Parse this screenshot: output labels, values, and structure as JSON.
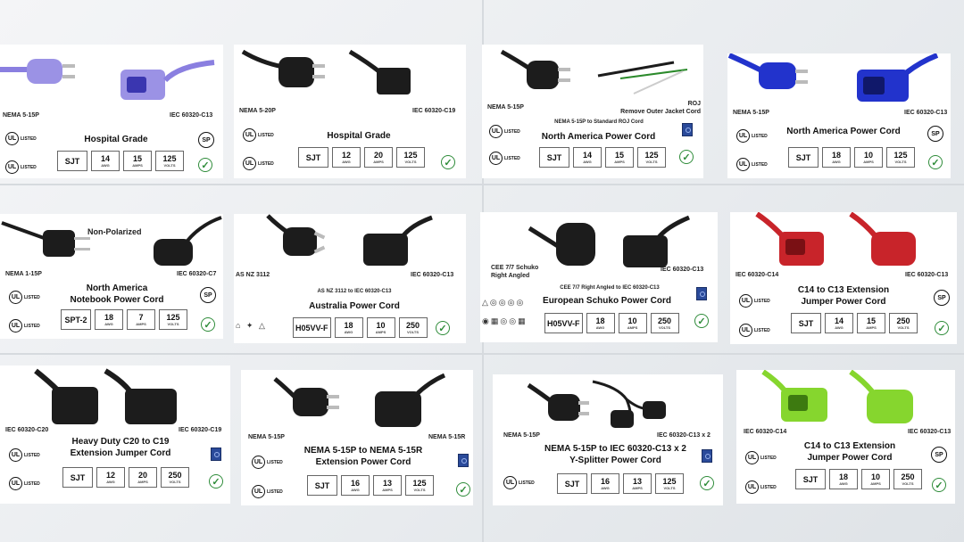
{
  "colors": {
    "black": "#1c1c1c",
    "purple": "#8a7fe0",
    "blue": "#2233cc",
    "red": "#c8242a",
    "green": "#86d62e"
  },
  "cards": [
    {
      "left_label": "NEMA 5-15P",
      "right_label": "IEC 60320-C13",
      "title": "Hospital Grade",
      "specs": [
        {
          "v": "SJT"
        },
        {
          "v": "14",
          "u": "AWG"
        },
        {
          "v": "15",
          "u": "AMPS"
        },
        {
          "v": "125",
          "u": "VOLTS"
        }
      ],
      "ul": "UL",
      "listed": "LISTED",
      "csa": "SP"
    },
    {
      "left_label": "NEMA 5-20P",
      "right_label": "IEC 60320-C19",
      "title": "Hospital Grade",
      "specs": [
        {
          "v": "SJT"
        },
        {
          "v": "12",
          "u": "AWG"
        },
        {
          "v": "20",
          "u": "AMPS"
        },
        {
          "v": "125",
          "u": "VOLTS"
        }
      ],
      "ul": "UL",
      "listed": "LISTED"
    },
    {
      "left_label": "NEMA 5-15P",
      "right_label": "ROJ\nRemove Outer Jacket Cord",
      "subtitle": "NEMA 5-15P to Standard ROJ Cord",
      "title": "North America Power Cord",
      "specs": [
        {
          "v": "SJT"
        },
        {
          "v": "14",
          "u": "AWG"
        },
        {
          "v": "15",
          "u": "AMPS"
        },
        {
          "v": "125",
          "u": "VOLTS"
        }
      ],
      "ul": "UL",
      "listed": "LISTED"
    },
    {
      "left_label": "NEMA 5-15P",
      "right_label": "IEC 60320-C13",
      "title": "North America Power Cord",
      "specs": [
        {
          "v": "SJT"
        },
        {
          "v": "18",
          "u": "AWG"
        },
        {
          "v": "10",
          "u": "AMPS"
        },
        {
          "v": "125",
          "u": "VOLTS"
        }
      ],
      "ul": "UL",
      "listed": "LISTED",
      "csa": "SP"
    },
    {
      "top_label": "Non-Polarized",
      "left_label": "NEMA 1-15P",
      "right_label": "IEC 60320-C7",
      "title": "North America\nNotebook Power Cord",
      "specs": [
        {
          "v": "SPT-2"
        },
        {
          "v": "18",
          "u": "AWG"
        },
        {
          "v": "7",
          "u": "AMPS"
        },
        {
          "v": "125",
          "u": "VOLTS"
        }
      ],
      "ul": "UL",
      "listed": "LISTED",
      "csa": "SP"
    },
    {
      "left_label": "AS NZ 3112",
      "right_label": "IEC 60320-C13",
      "subtitle": "AS NZ 3112 to IEC 60320-C13",
      "title": "Australia Power Cord",
      "specs": [
        {
          "v": "H05VV-F"
        },
        {
          "v": "18",
          "u": "AWG"
        },
        {
          "v": "10",
          "u": "AMPS"
        },
        {
          "v": "250",
          "u": "VOLTS"
        }
      ]
    },
    {
      "left_label": "CEE 7/7 Schuko\nRight Angled",
      "right_label": "IEC 60320-C13",
      "subtitle": "CEE 7/7 Right Angled to IEC 60320-C13",
      "title": "European Schuko Power Cord",
      "specs": [
        {
          "v": "H05VV-F"
        },
        {
          "v": "18",
          "u": "AWG"
        },
        {
          "v": "10",
          "u": "AMPS"
        },
        {
          "v": "250",
          "u": "VOLTS"
        }
      ]
    },
    {
      "left_label": "IEC 60320-C14",
      "right_label": "IEC 60320-C13",
      "title": "C14 to C13 Extension\nJumper Power Cord",
      "specs": [
        {
          "v": "SJT"
        },
        {
          "v": "14",
          "u": "AWG"
        },
        {
          "v": "15",
          "u": "AMPS"
        },
        {
          "v": "250",
          "u": "VOLTS"
        }
      ],
      "ul": "UL",
      "listed": "LISTED",
      "csa": "SP"
    },
    {
      "left_label": "IEC 60320-C20",
      "right_label": "IEC 60320-C19",
      "title": "Heavy Duty C20 to C19\nExtension Jumper Cord",
      "specs": [
        {
          "v": "SJT"
        },
        {
          "v": "12",
          "u": "AWG"
        },
        {
          "v": "20",
          "u": "AMPS"
        },
        {
          "v": "250",
          "u": "VOLTS"
        }
      ],
      "ul": "UL",
      "listed": "LISTED"
    },
    {
      "left_label": "NEMA 5-15P",
      "right_label": "NEMA 5-15R",
      "title": "NEMA 5-15P to NEMA 5-15R\nExtension Power Cord",
      "specs": [
        {
          "v": "SJT"
        },
        {
          "v": "16",
          "u": "AWG"
        },
        {
          "v": "13",
          "u": "AMPS"
        },
        {
          "v": "125",
          "u": "VOLTS"
        }
      ],
      "ul": "UL",
      "listed": "LISTED"
    },
    {
      "left_label": "NEMA 5-15P",
      "right_label": "IEC 60320-C13 x 2",
      "title": "NEMA 5-15P to IEC 60320-C13 x 2\nY-Splitter Power Cord",
      "specs": [
        {
          "v": "SJT"
        },
        {
          "v": "16",
          "u": "AWG"
        },
        {
          "v": "13",
          "u": "AMPS"
        },
        {
          "v": "125",
          "u": "VOLTS"
        }
      ],
      "ul": "UL",
      "listed": "LISTED"
    },
    {
      "left_label": "IEC 60320-C14",
      "right_label": "IEC 60320-C13",
      "title": "C14 to C13 Extension\nJumper Power Cord",
      "specs": [
        {
          "v": "SJT"
        },
        {
          "v": "18",
          "u": "AWG"
        },
        {
          "v": "10",
          "u": "AMPS"
        },
        {
          "v": "250",
          "u": "VOLTS"
        }
      ],
      "ul": "UL",
      "listed": "LISTED",
      "csa": "SP"
    }
  ]
}
